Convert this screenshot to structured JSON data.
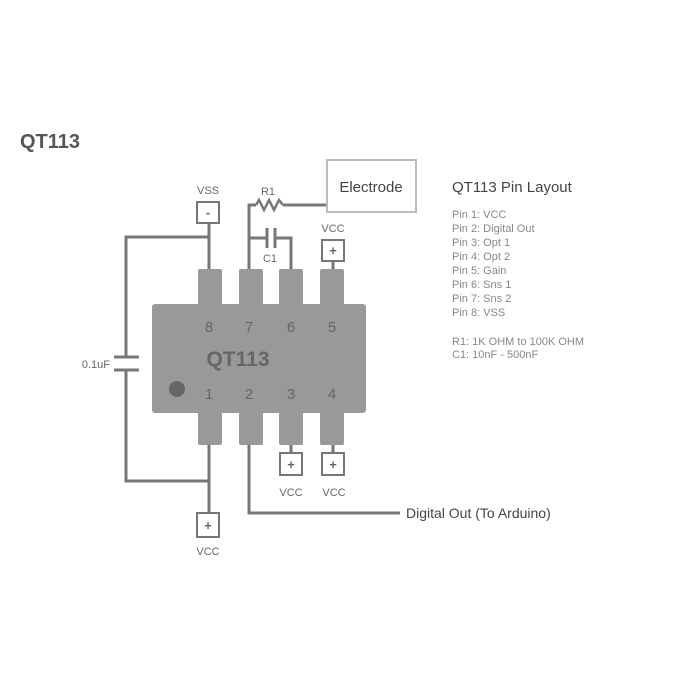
{
  "title": "QT113",
  "chip": {
    "label": "QT113",
    "top_pins": [
      "8",
      "7",
      "6",
      "5"
    ],
    "bottom_pins": [
      "1",
      "2",
      "3",
      "4"
    ]
  },
  "labels": {
    "vss": "VSS",
    "vss_symbol": "-",
    "vcc": "VCC",
    "vcc_symbol": "+",
    "r1": "R1",
    "c1": "C1",
    "cap": "0.1uF",
    "electrode": "Electrode",
    "digital_out": "Digital Out (To Arduino)"
  },
  "pin_layout": {
    "heading": "QT113 Pin Layout",
    "pins": [
      "Pin 1: VCC",
      "Pin 2: Digital Out",
      "Pin 3: Opt 1",
      "Pin 4: Opt 2",
      "Pin 5: Gain",
      "Pin 6: Sns 1",
      "Pin 7: Sns 2",
      "Pin 8: VSS"
    ],
    "notes": [
      "R1: 1K OHM to 100K OHM",
      "C1: 10nF - 500nF"
    ]
  },
  "colors": {
    "chip": "#999999",
    "wire": "#777777",
    "text": "#555555",
    "light_text": "#8a8a8a",
    "dot": "#666666"
  }
}
